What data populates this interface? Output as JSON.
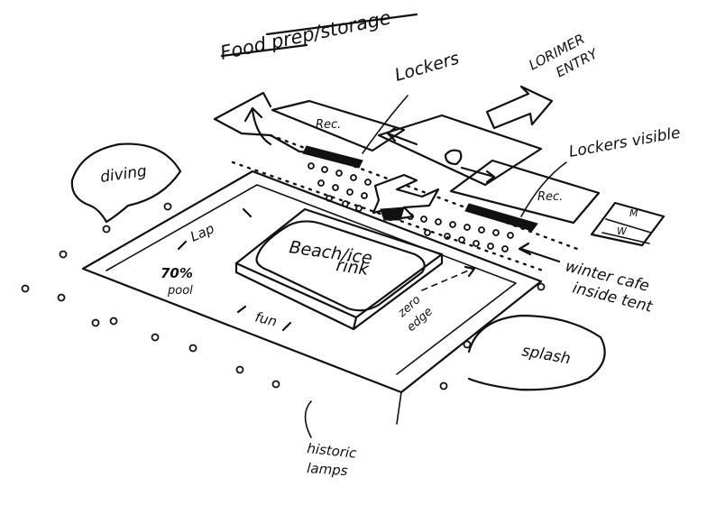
{
  "labels": {
    "food_prep": "Food prep/storage",
    "lockers_top": "Lockers",
    "lorimer_line1": "LORIMER",
    "lorimer_line2": "ENTRY",
    "lockers_visible": "Lockers visible",
    "rec_left": "Rec.",
    "rec_right": "Rec.",
    "mw_top": "M",
    "mw_bottom": "W",
    "diving": "diving",
    "lap": "Lap",
    "pool_pct_line1": "70%",
    "pool_pct_line2": "pool",
    "beach_line1": "Beach/ice",
    "beach_line2": "rink",
    "fun": "fun",
    "zero_edge_line1": "zero",
    "zero_edge_line2": "edge",
    "winter_line1": "winter cafe",
    "winter_line2": "inside tent",
    "splash": "splash",
    "historic_line1": "historic",
    "historic_line2": "lamps"
  }
}
